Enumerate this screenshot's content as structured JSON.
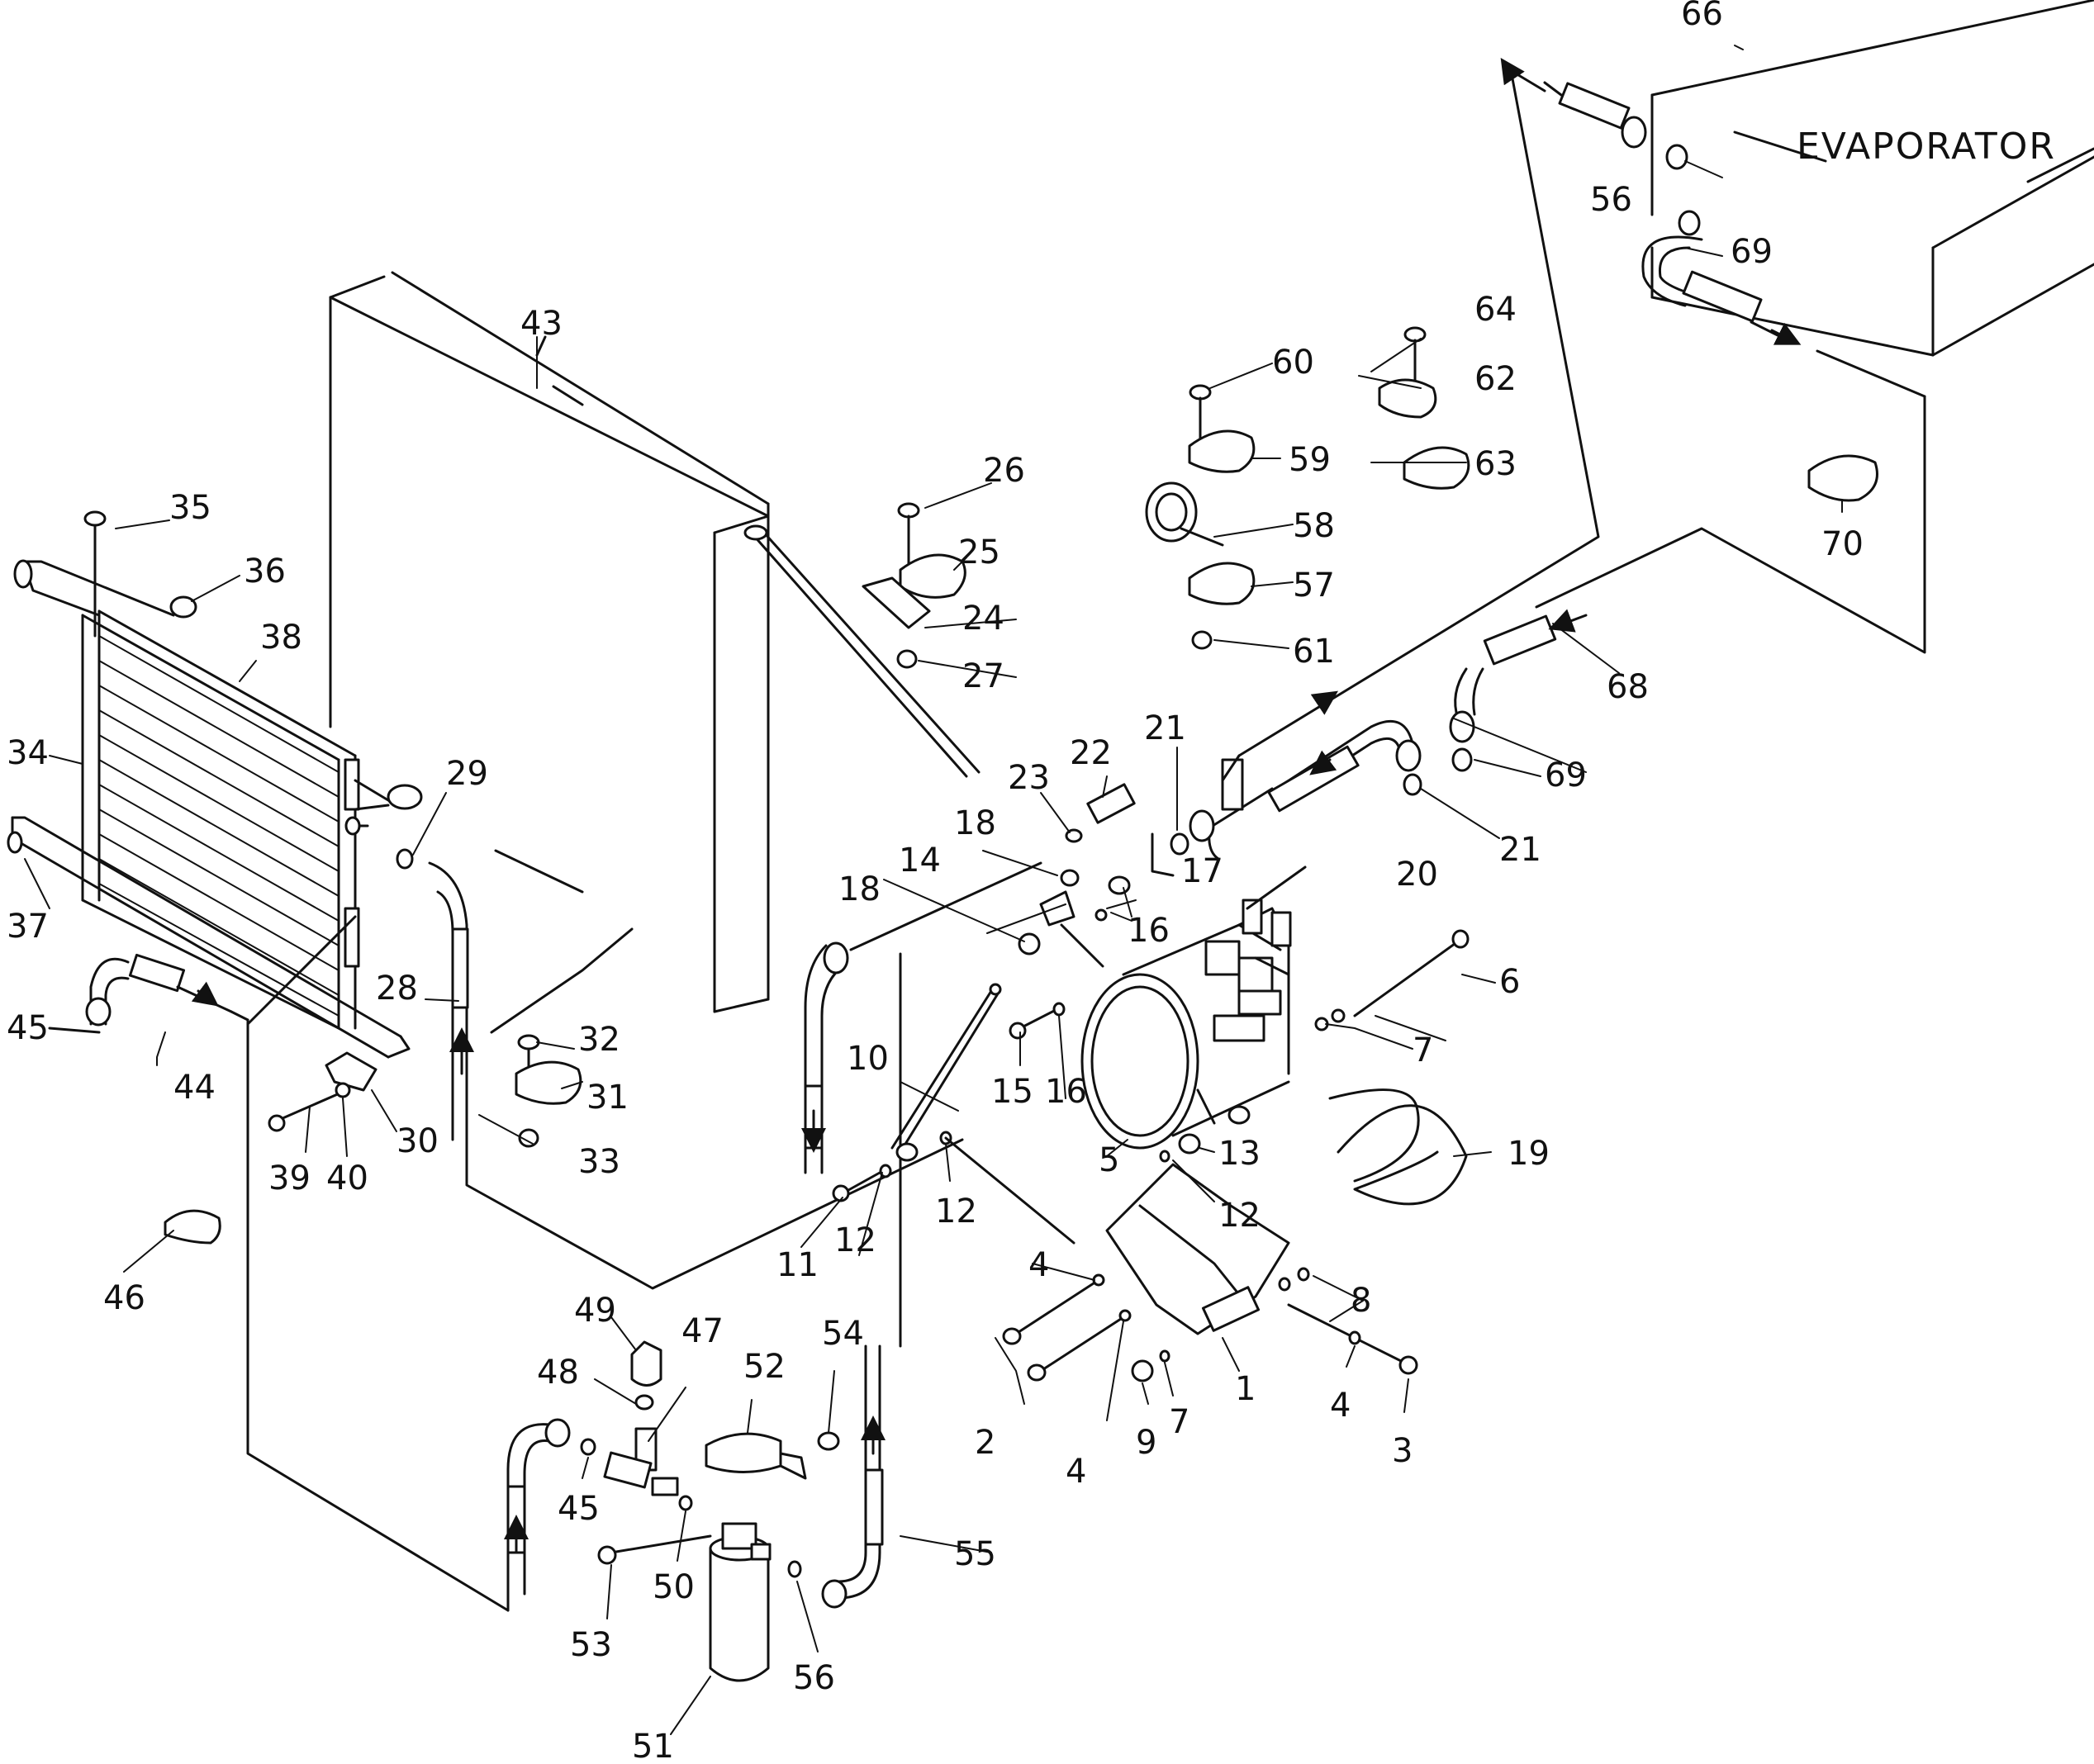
{
  "evaporator_label": "EVAPORATOR",
  "callouts": {
    "p1": "1",
    "p2": "2",
    "p3": "3",
    "p4a": "4",
    "p4b": "4",
    "p4c": "4",
    "p5": "5",
    "p6": "6",
    "p7a": "7",
    "p7b": "7",
    "p8": "8",
    "p9": "9",
    "p10": "10",
    "p11": "11",
    "p12a": "12",
    "p12b": "12",
    "p12c": "12",
    "p13": "13",
    "p14": "14",
    "p15": "15",
    "p16a": "16",
    "p16b": "16",
    "p17": "17",
    "p18a": "18",
    "p18b": "18",
    "p19": "19",
    "p20": "20",
    "p21a": "21",
    "p21b": "21",
    "p22": "22",
    "p23": "23",
    "p24": "24",
    "p25": "25",
    "p26": "26",
    "p27": "27",
    "p28": "28",
    "p29": "29",
    "p30": "30",
    "p31": "31",
    "p32": "32",
    "p33": "33",
    "p34": "34",
    "p35": "35",
    "p36": "36",
    "p37": "37",
    "p38": "38",
    "p39": "39",
    "p40": "40",
    "p43": "43",
    "p44": "44",
    "p45a": "45",
    "p45b": "45",
    "p46": "46",
    "p47": "47",
    "p48": "48",
    "p49": "49",
    "p50": "50",
    "p51": "51",
    "p52": "52",
    "p53": "53",
    "p54": "54",
    "p55": "55",
    "p56a": "56",
    "p56b": "56",
    "p57": "57",
    "p58": "58",
    "p59": "59",
    "p60": "60",
    "p61": "61",
    "p62": "62",
    "p63": "63",
    "p64": "64",
    "p66": "66",
    "p68": "68",
    "p69a": "69",
    "p69b": "69",
    "p70": "70"
  }
}
